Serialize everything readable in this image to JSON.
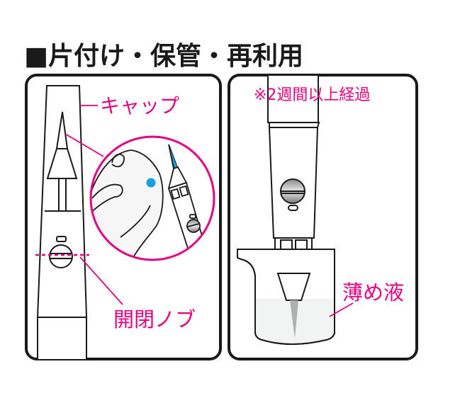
{
  "title": "■片付け・保管・再利用",
  "left_panel": {
    "cap_label": "キャップ",
    "knob_label": "開閉ノブ"
  },
  "right_panel": {
    "note": "※2週間以上経過",
    "thinner_label": "薄め液"
  },
  "colors": {
    "accent": "#e4007f",
    "blue_dot": "#1a9fe0",
    "liquid": "#f2f4f3"
  }
}
